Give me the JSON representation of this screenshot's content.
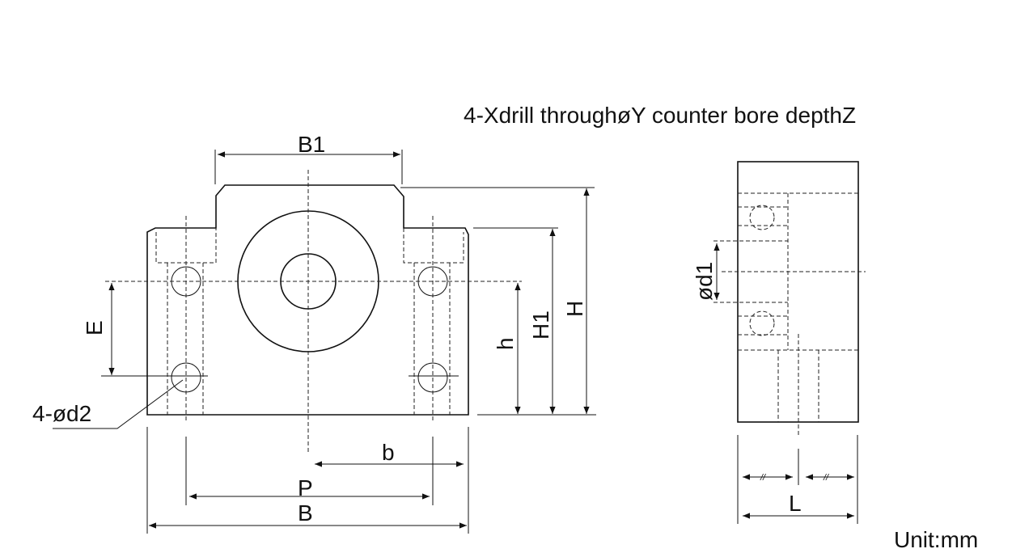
{
  "title": "4-Xdrill throughøY counter bore depthZ",
  "labels": {
    "B1": "B1",
    "H": "H",
    "H1": "H1",
    "h": "h",
    "E": "E",
    "d2": "4-ød2",
    "b": "b",
    "P": "P",
    "B": "B",
    "d1": "ød1",
    "L": "L",
    "half_mark": "//"
  },
  "unit": "Unit:mm"
}
